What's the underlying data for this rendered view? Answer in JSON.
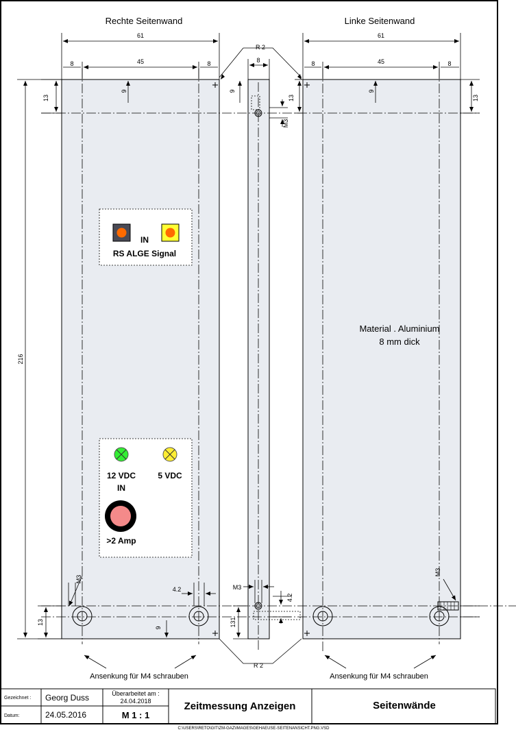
{
  "views": {
    "right_wall_title": "Rechte Seitenwand",
    "left_wall_title": "Linke Seitenwand"
  },
  "dimensions": {
    "width_total": "61",
    "inner_45": "45",
    "edge_8": "8",
    "height_total": "216",
    "hole_offset_13": "13",
    "hole_offset_9": "9",
    "strip_width": "8",
    "radius": "R 2",
    "thread_m3": "M3",
    "hole_4_2": "4.2",
    "dim_131": "131"
  },
  "panel_top": {
    "label_in": "IN",
    "label_signal": "RS ALGE Signal",
    "button_left_color": "#4a4a55",
    "button_right_color": "#ffff33",
    "button_core_color": "#ff6a00"
  },
  "panel_bottom": {
    "led_green_label_line1": "12 VDC",
    "led_green_label_line2": "IN",
    "led_yellow_label": "5 VDC",
    "fuse_label": ">2 Amp",
    "led_green_color": "#33ee33",
    "led_yellow_color": "#ffee33",
    "fuse_color": "#f48a8a"
  },
  "material": {
    "line1": "Material . Aluminium",
    "line2": "8 mm dick"
  },
  "notes": {
    "countersink_left": "Ansenkung für M4 schrauben",
    "countersink_right": "Ansenkung für M4 schrauben"
  },
  "title_block": {
    "drawn_label": "Gezeichnet :",
    "drawn_value": "Georg Duss",
    "date_label": "Datum:",
    "date_value": "24.05.2016",
    "revised_label": "Überarbeitet am :",
    "revised_value": "24.04.2018",
    "scale": "M 1 : 1",
    "project": "Zeitmessung Anzeigen",
    "sheet_title": "Seitenwände",
    "file_path": "C:\\USERS\\RETO\\GIT\\ZM-GAZ\\IMAGES\\GEHAEUSE-SEITENANSICHT.PNG.VSD"
  }
}
